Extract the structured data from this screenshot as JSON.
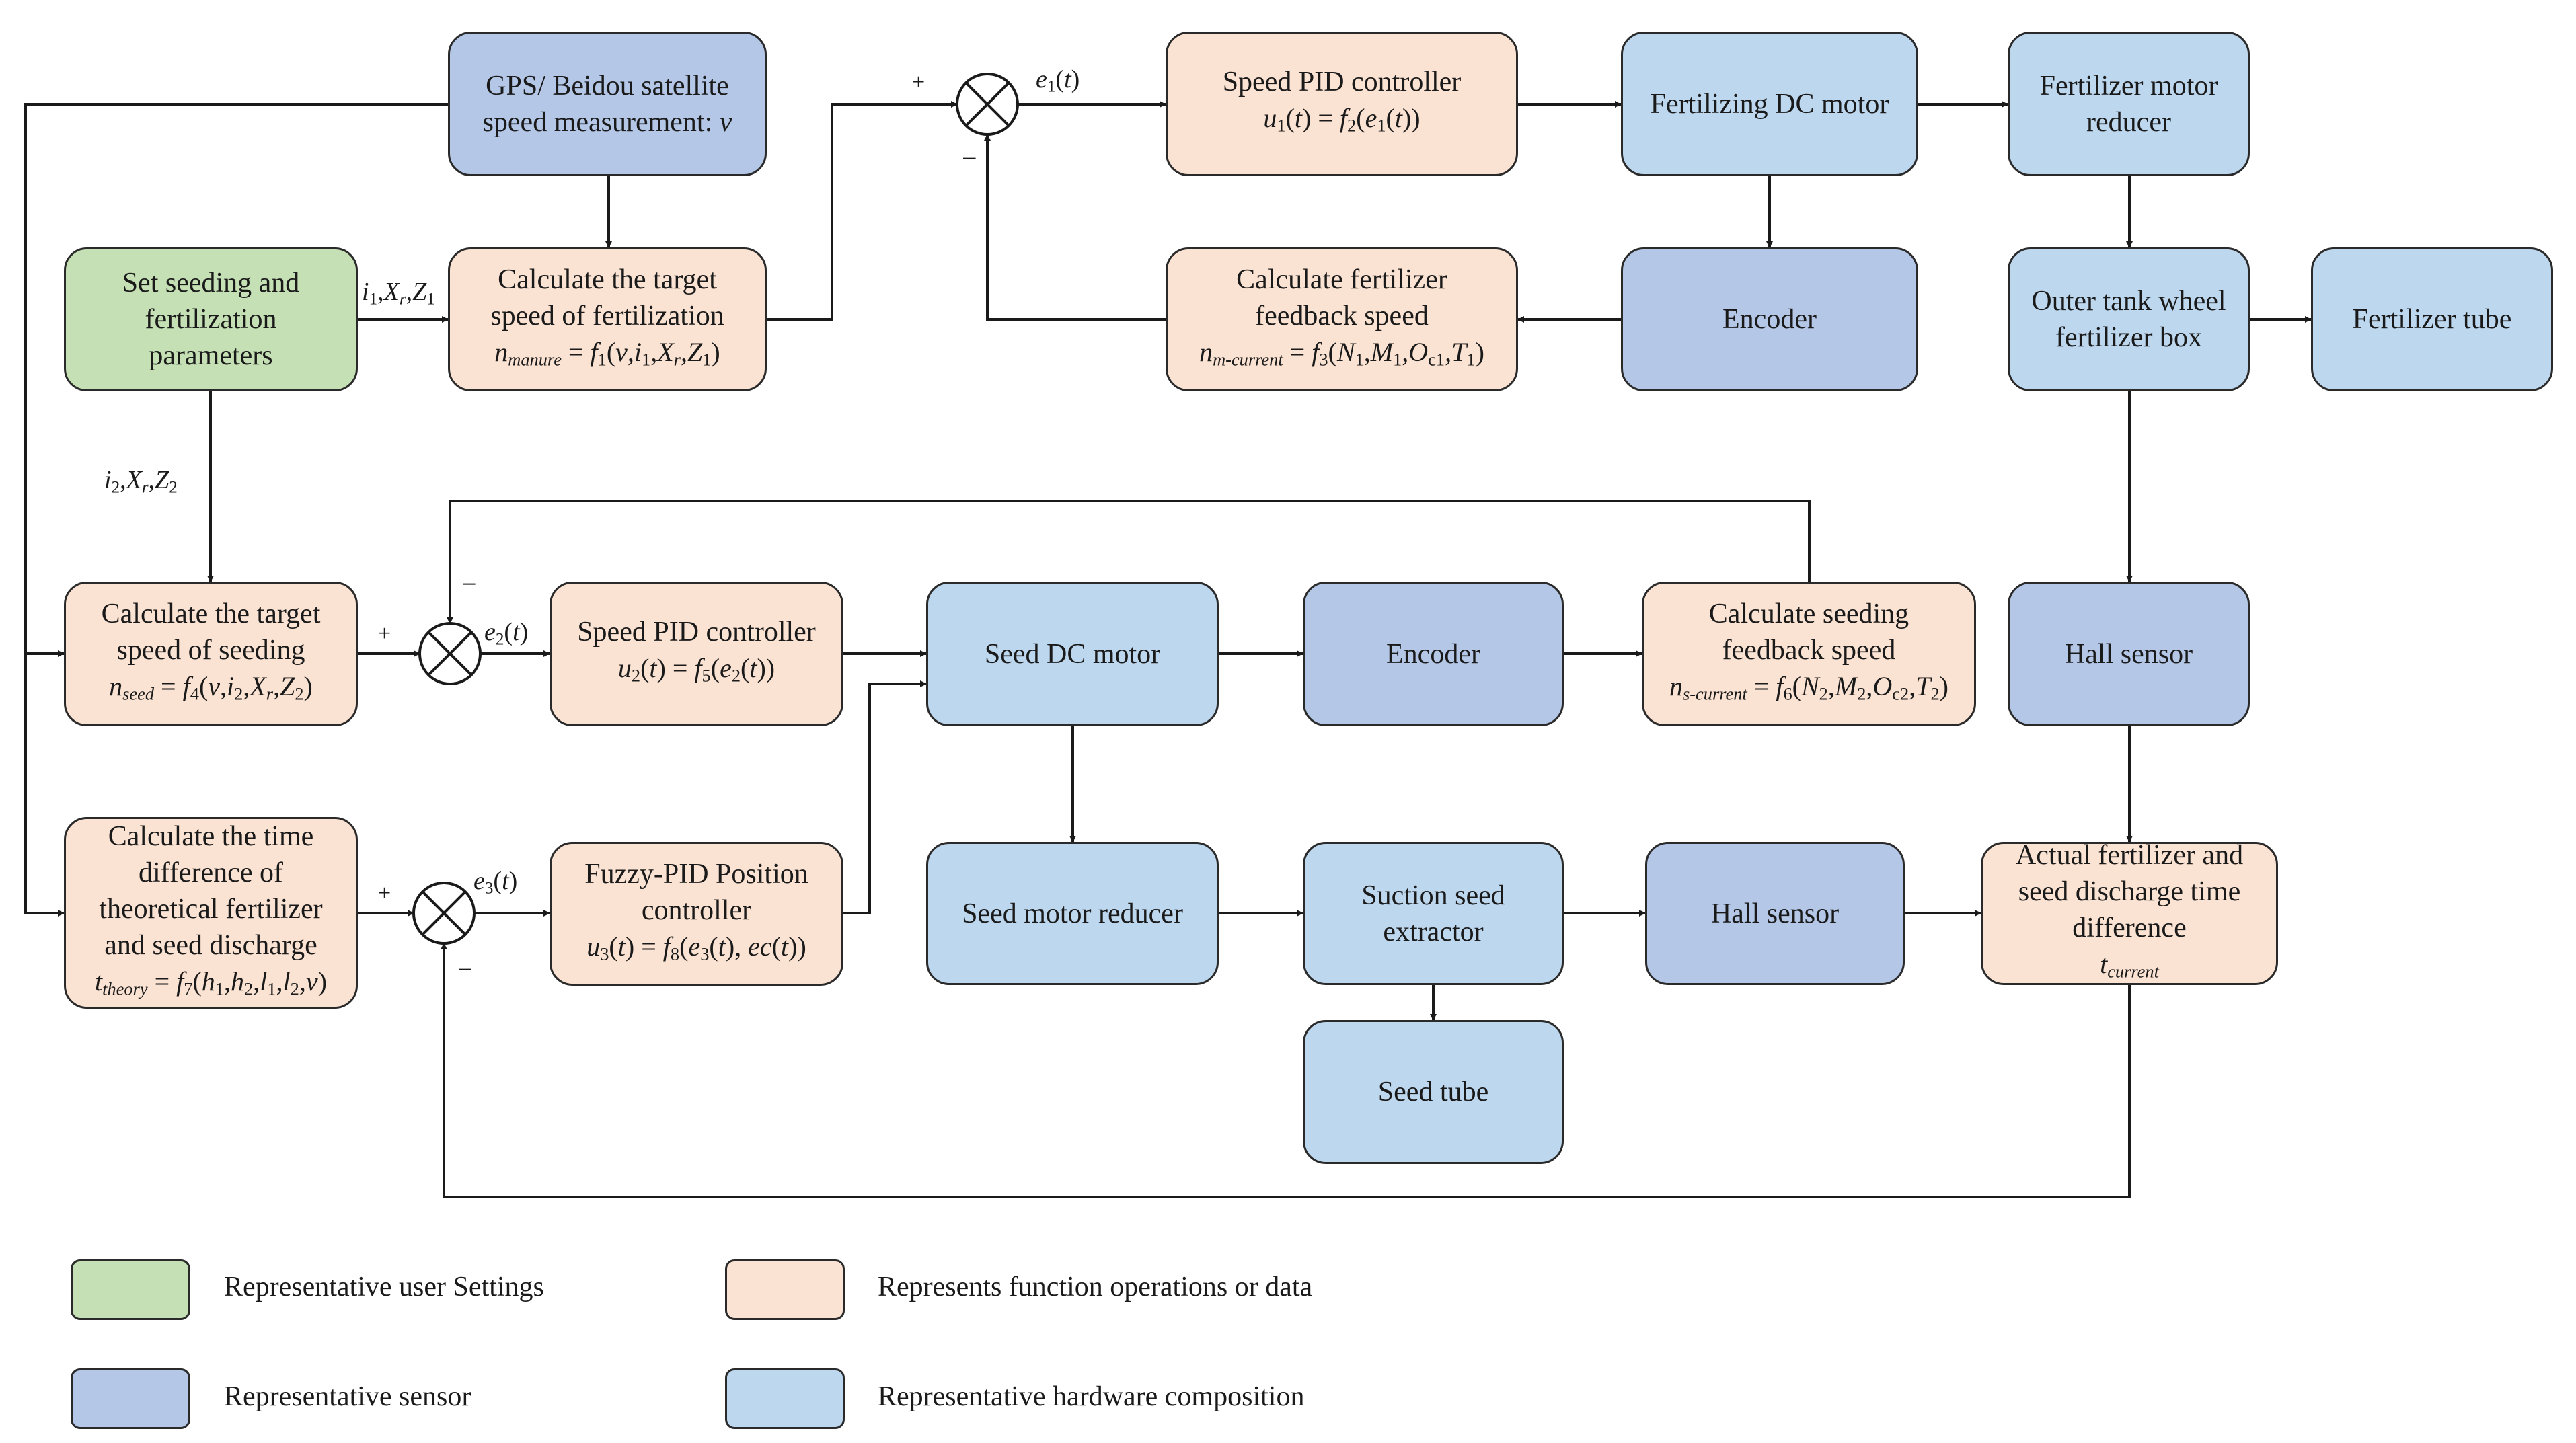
{
  "boxes": {
    "gps": [
      "GPS/ Beidou satellite",
      "speed measurement: v"
    ],
    "set_params": [
      "Set seeding and",
      "fertilization",
      "parameters"
    ],
    "calc_target_fert": [
      "Calculate the target",
      "speed of fertilization"
    ],
    "calc_target_fert_formula": "n_manure = f1(v,i1,Xr,Z1)",
    "speed_pid_1": "Speed PID controller",
    "speed_pid_1_formula": "u1(t) = f2(e1(t))",
    "fert_dc_motor": "Fertilizing DC motor",
    "fert_motor_reducer": [
      "Fertilizer motor",
      "reducer"
    ],
    "calc_fert_feedback": [
      "Calculate fertilizer",
      "feedback speed"
    ],
    "calc_fert_feedback_formula": "n_m-current = f3(N1,M1,Oc1,T1)",
    "encoder_1": "Encoder",
    "outer_tank": [
      "Outer tank wheel",
      "fertilizer box"
    ],
    "fert_tube": "Fertilizer tube",
    "calc_target_seed": [
      "Calculate the target",
      "speed of seeding"
    ],
    "calc_target_seed_formula": "n_seed = f4(v,i2,Xr,Z2)",
    "speed_pid_2": "Speed PID controller",
    "speed_pid_2_formula": "u2(t) = f5(e2(t))",
    "seed_dc_motor": "Seed DC motor",
    "encoder_2": "Encoder",
    "calc_seed_feedback": [
      "Calculate seeding",
      "feedback speed"
    ],
    "calc_seed_feedback_formula": "n_s-current = f6(N2,M2,Oc2,T2)",
    "hall_sensor_1": "Hall sensor",
    "calc_time_diff": [
      "Calculate the time",
      "difference of",
      "theoretical fertilizer",
      "and seed discharge"
    ],
    "calc_time_diff_formula": "t_theory = f7(h1,h2,l1,l2,v)",
    "fuzzy_pid": [
      "Fuzzy-PID Position",
      "controller"
    ],
    "fuzzy_pid_formula": "u3(t) = f8(e3(t), ec(t))",
    "seed_motor_reducer": "Seed motor reducer",
    "suction_extractor": [
      "Suction seed",
      "extractor"
    ],
    "hall_sensor_2": "Hall sensor",
    "actual_diff": [
      "Actual fertilizer and",
      "seed discharge time",
      "difference"
    ],
    "actual_diff_formula": "t_current",
    "seed_tube": "Seed tube"
  },
  "signal_labels": {
    "e1": "e1(t)",
    "e2": "e2(t)",
    "e3": "e3(t)",
    "params_fert": "i1,Xr,Z1",
    "params_seed": "i2,Xr,Z2",
    "plus": "+",
    "minus": "−"
  },
  "legend": {
    "user": "Representative user Settings",
    "func": "Represents function operations or data",
    "sensor": "Representative sensor",
    "hw": "Representative hardware composition"
  },
  "colors": {
    "user_settings": "#c5e0b4",
    "function_data": "#fbe3d3",
    "sensor": "#b4c7e7",
    "hardware": "#bdd7ee"
  }
}
